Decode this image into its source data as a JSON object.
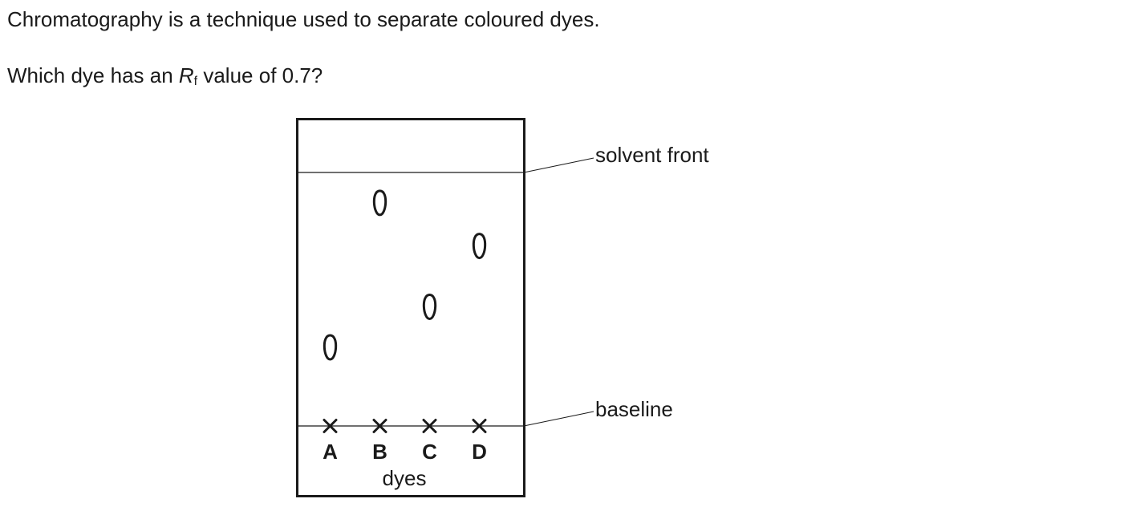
{
  "question": {
    "intro": "Chromatography is a technique used to separate coloured dyes.",
    "prompt_before": "Which dye has an ",
    "rf_symbol": "R",
    "rf_subscript": "f",
    "prompt_after": " value of 0.7?"
  },
  "chromatogram": {
    "solvent_front_label": "solvent front",
    "baseline_label": "baseline",
    "dyes_label": "dyes",
    "lanes": [
      {
        "letter": "A",
        "spot_fraction": 0.31
      },
      {
        "letter": "B",
        "spot_fraction": 0.88
      },
      {
        "letter": "C",
        "spot_fraction": 0.47
      },
      {
        "letter": "D",
        "spot_fraction": 0.71
      }
    ]
  }
}
